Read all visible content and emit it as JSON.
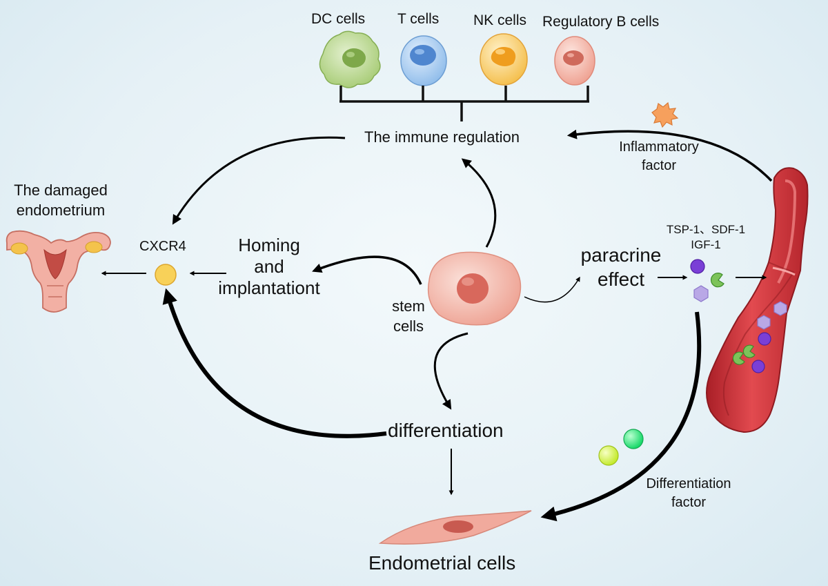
{
  "immune_cells": [
    "DC cells",
    "T cells",
    "NK cells",
    "Regulatory B cells"
  ],
  "labels": {
    "immune_regulation": "The immune regulation",
    "inflammatory_factor": "Inflammatory\nfactor",
    "damaged_endometrium": "The damaged\nendometrium",
    "cxcr4": "CXCR4",
    "homing": "Homing\nand\nimplantationt",
    "stem_cells": "stem\ncells",
    "paracrine": "paracrine\neffect",
    "factors": "TSP-1、SDF-1\nIGF-1",
    "differentiation": "differentiation",
    "differentiation_factor": "Differentiation\nfactor",
    "endometrial_cells": "Endometrial cells"
  },
  "colors": {
    "dc": "#9cc46a",
    "t": "#6ea5e0",
    "nk": "#f3b23a",
    "breg": "#eaa18f",
    "stem": "#f1aa9d",
    "vessel": "#c8333a",
    "purple": "#7a3fd6",
    "green": "#7dc35a",
    "hexagon": "#b9a8e6"
  }
}
